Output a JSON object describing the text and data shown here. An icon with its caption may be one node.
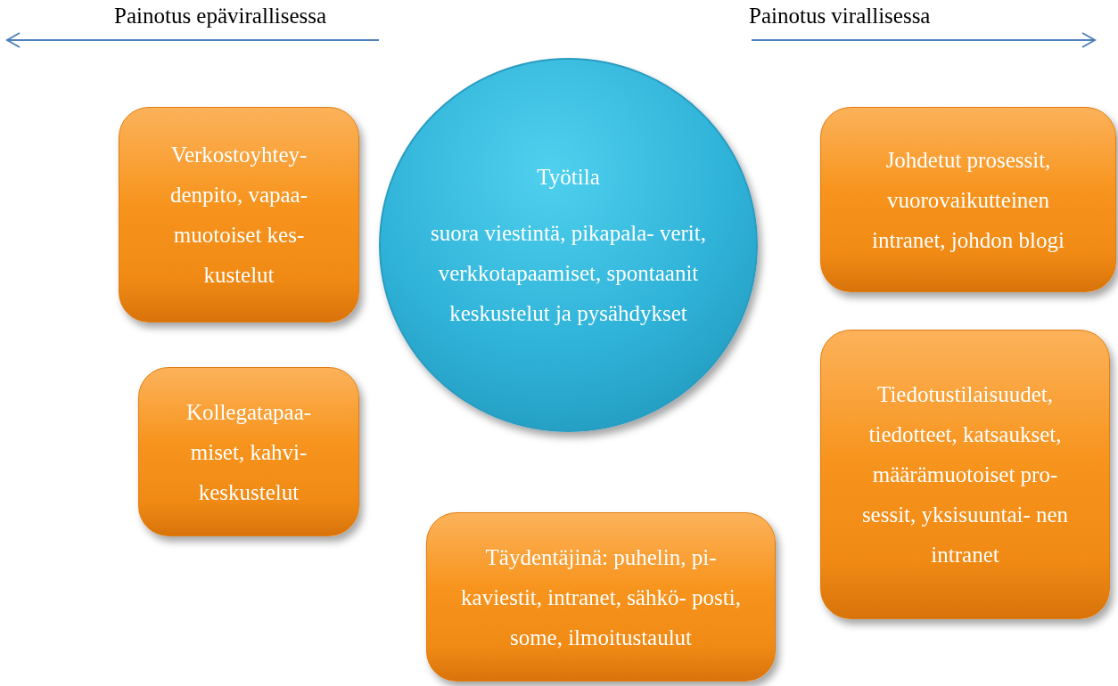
{
  "diagram": {
    "nodes": [
      {
        "text": [
          "Verkostoyhtey- denpito, vapaa- muotoiset kes- kustelut"
        ]
      },
      {
        "text": [
          "Työtila",
          "suora viestintä, pikapala- verit, verkkotapaamiset, spontaanit keskustelut ja pysähdykset"
        ]
      },
      {
        "text": [
          "Johdetut prosessit, vuorovaikutteinen intranet, johdon blogi"
        ]
      },
      {
        "text": [
          "Kollegatapaa- miset, kahvi- keskustelut"
        ]
      },
      {
        "text": [
          "Tiedotustilaisuudet, tiedotteet, katsaukset, määrämuotoiset pro- sessit, yksisuuntai- nen intranet"
        ]
      },
      {
        "text": [
          "Täydentäjinä: puhelin, pi- kaviestit, intranet, sähkö- posti, some, ilmoitustaulut"
        ]
      }
    ],
    "edges": [],
    "labels": [
      "Painotus epävirallisessa",
      "Painotus virallisessa"
    ]
  }
}
